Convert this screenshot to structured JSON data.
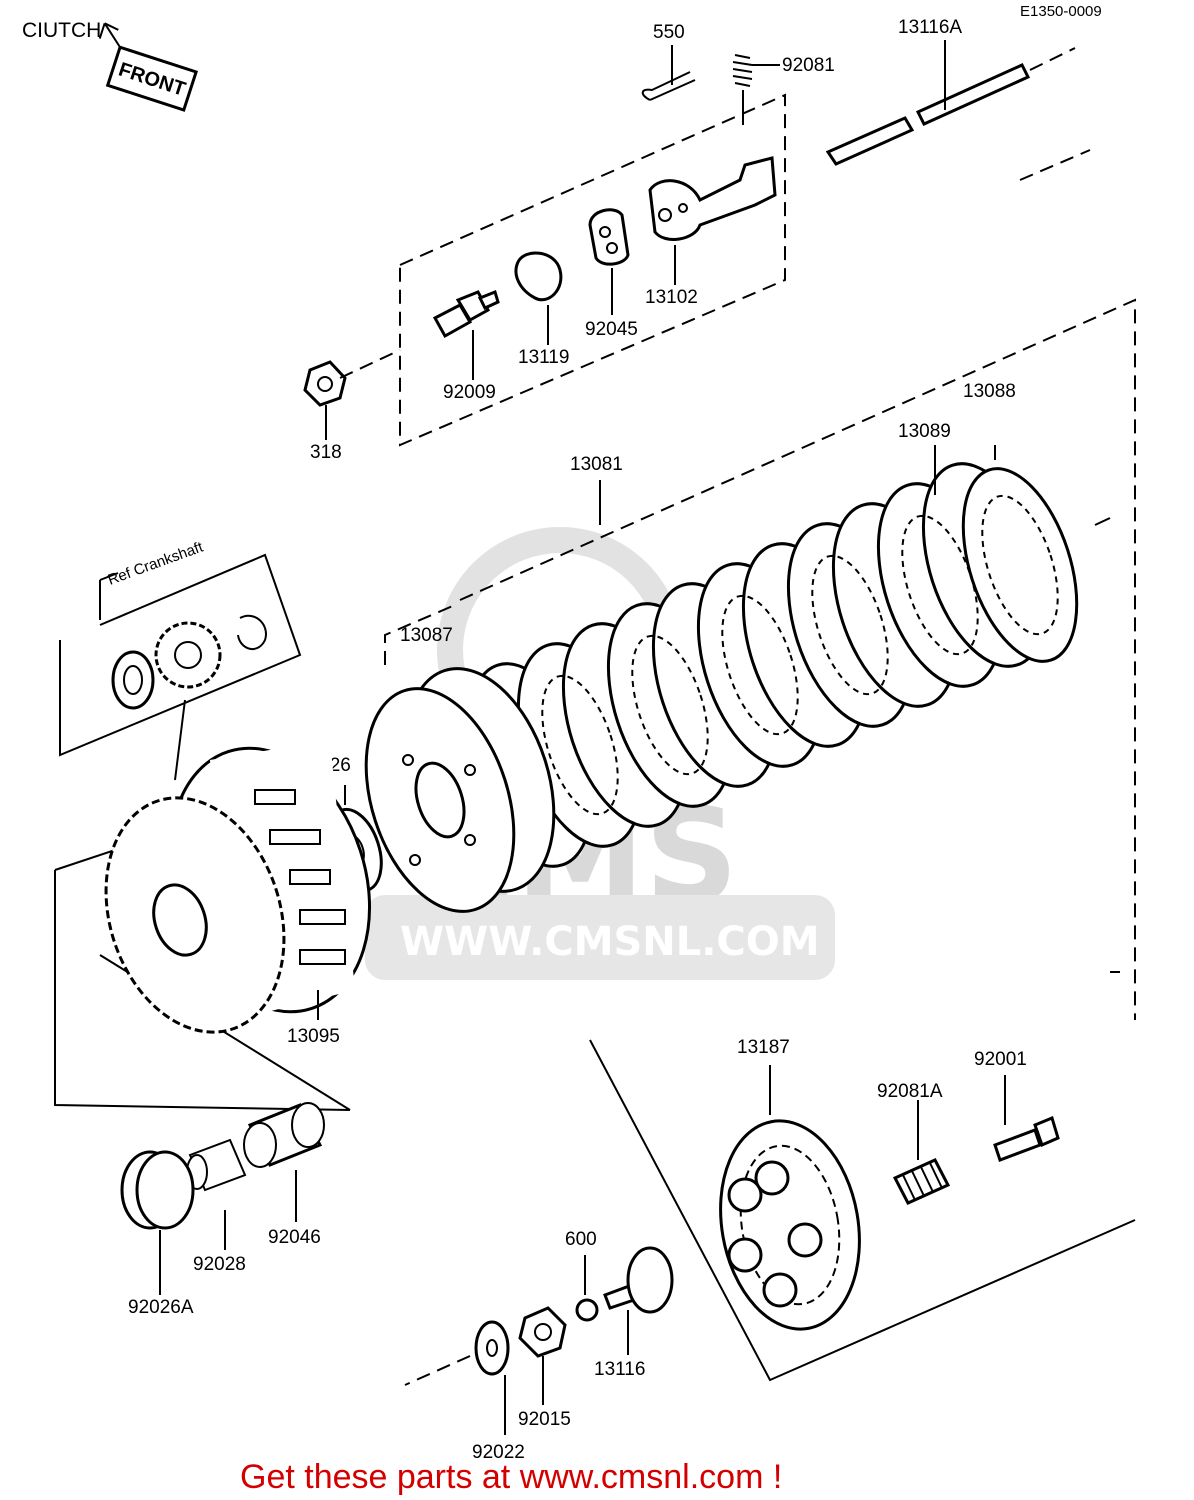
{
  "title": "CIUTCH",
  "figure_code": "E1350-0009",
  "front_label": "FRONT",
  "ref_label": "Ref Crankshaft",
  "watermark": {
    "brand": "CMS",
    "url": "WWW.CMSNL.COM"
  },
  "footer": "Get these parts at www.cmsnl.com !",
  "parts": {
    "p550": "550",
    "p92081": "92081",
    "p13116A": "13116A",
    "p13102": "13102",
    "p92045": "92045",
    "p13119": "13119",
    "p92009": "92009",
    "p318": "318",
    "p13088": "13088",
    "p13089": "13089",
    "p13081": "13081",
    "p13087": "13087",
    "p92026": "92026",
    "p13095": "13095",
    "p13187": "13187",
    "p92001": "92001",
    "p92081A": "92081A",
    "p92046": "92046",
    "p92028": "92028",
    "p92026A": "92026A",
    "p600": "600",
    "p13116": "13116",
    "p92015": "92015",
    "p92022": "92022"
  }
}
